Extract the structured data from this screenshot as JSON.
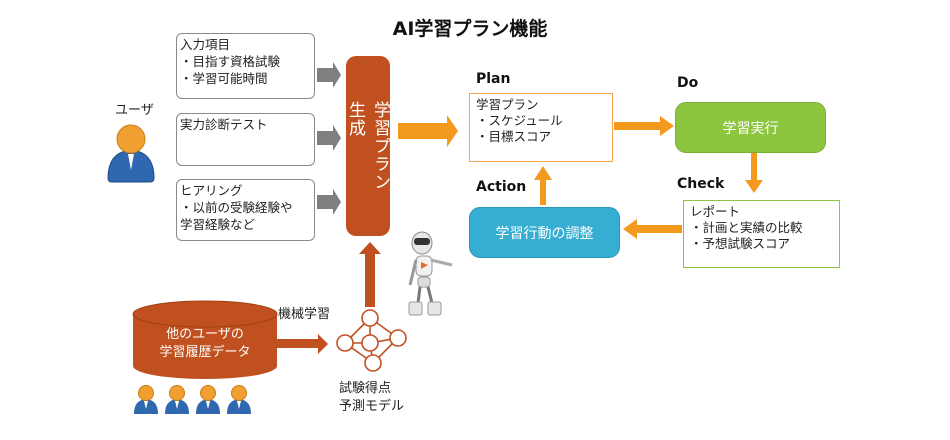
{
  "title": "AI学習プラン機能",
  "user": {
    "label": "ユーザ",
    "icon": "user-icon"
  },
  "inputs": [
    {
      "text": "入力項目\n・目指す資格試験\n・学習可能時間"
    },
    {
      "text": "実力診断テスト"
    },
    {
      "text": "ヒアリング\n・以前の受験経験や\n学習経験など"
    }
  ],
  "generator": {
    "label": "学習プラン生成"
  },
  "pdca": {
    "plan": {
      "label": "Plan",
      "text": "学習プラン\n・スケジュール\n・目標スコア"
    },
    "do": {
      "label": "Do",
      "text": "学習実行"
    },
    "check": {
      "label": "Check",
      "text": "レポート\n・計画と実績の比較\n・予想試験スコア"
    },
    "action": {
      "label": "Action",
      "text": "学習行動の調整"
    }
  },
  "database": {
    "text": "他のユーザの\n学習履歴データ"
  },
  "ml": {
    "label": "機械学習"
  },
  "model": {
    "label": "試験得点\n予測モデル",
    "icon": "neural-network-icon"
  },
  "robot": {
    "icon": "robot-icon"
  },
  "other_users": {
    "count": 4,
    "icon": "user-icon"
  },
  "colors": {
    "generator": "#c0501f",
    "orange_arrow": "#f39a1e",
    "do": "#8cc63f",
    "action": "#36aed1",
    "plan_border": "#f5a54a",
    "check_border": "#8cc63f",
    "gray_arrow": "#7f7f7f",
    "user_head": "#f0a030",
    "user_body": "#2f67b1"
  }
}
